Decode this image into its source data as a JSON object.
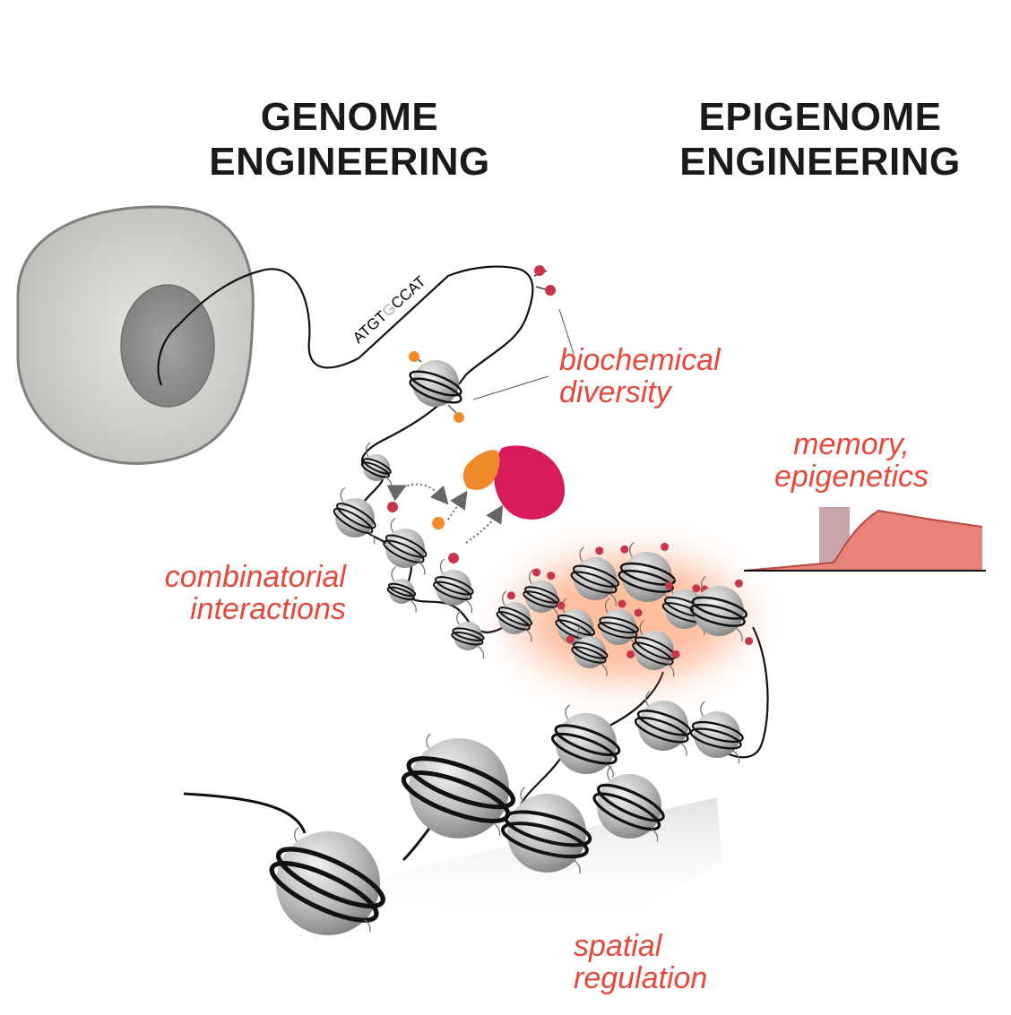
{
  "headings": {
    "genome": {
      "line1": "GENOME",
      "line2": "ENGINEERING"
    },
    "epigenome": {
      "line1": "EPIGENOME",
      "line2": "ENGINEERING"
    }
  },
  "labels": {
    "biochemical": {
      "line1": "biochemical",
      "line2": "diversity"
    },
    "memory": {
      "line1": "memory,",
      "line2": "epigenetics"
    },
    "combinatorial": {
      "line1": "combinatorial",
      "line2": "interactions"
    },
    "spatial": {
      "line1": "spatial",
      "line2": "regulation"
    }
  },
  "dna_sequence": {
    "part1": "ATGT",
    "highlight": "G",
    "part2": "CCAT"
  },
  "colors": {
    "label_red": "#e8483a",
    "heading_dark": "#1a1a1a",
    "cell_fill": "#c9c9c6",
    "nucleus_fill": "#8e8e8c",
    "nucleosome_gray": "#b9b9b9",
    "mark_red": "#c8354a",
    "mark_orange": "#f08a2a",
    "protein_magenta": "#d81b5b",
    "protein_orange": "#f08a2a",
    "glow": "#ff8a50",
    "memory_area": "#e8837a",
    "memory_bar": "#c9a5aa"
  }
}
